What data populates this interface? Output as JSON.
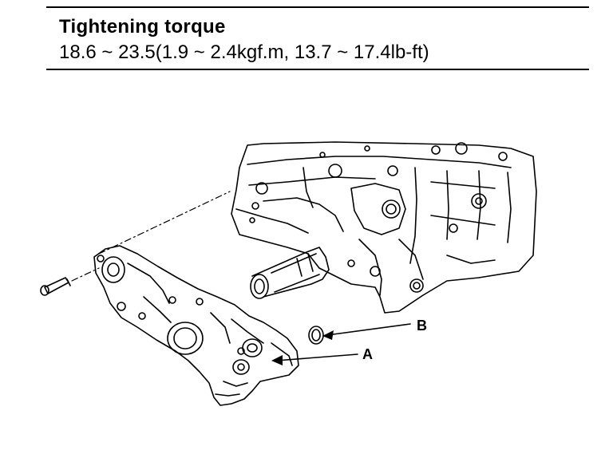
{
  "torque": {
    "title": "Tightening torque",
    "spec": "18.6 ~ 23.5(1.9 ~ 2.4kgf.m, 13.7 ~ 17.4lb-ft)"
  },
  "labels": {
    "a": "A",
    "b": "B"
  }
}
